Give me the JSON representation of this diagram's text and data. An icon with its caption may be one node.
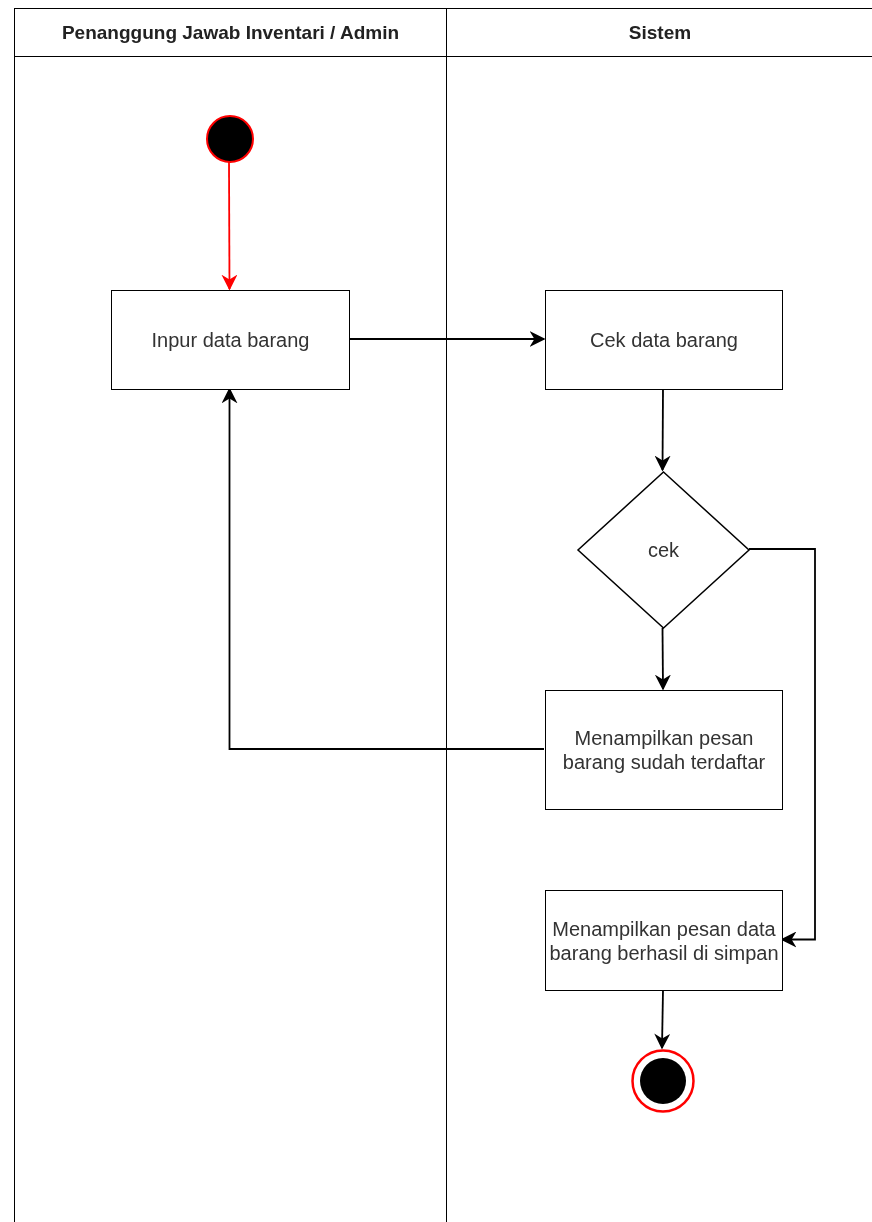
{
  "diagram": {
    "nodes": [
      {
        "text": [
          "Penanggung Jawab Inventari / Admin"
        ]
      },
      {
        "text": [
          "Sistem"
        ]
      },
      {
        "text": [],
        "shape": "circle",
        "in": 0
      },
      {
        "text": [
          "Inpur data barang"
        ],
        "in": 0
      },
      {
        "text": [
          "Cek data barang"
        ],
        "in": 1
      },
      {
        "text": [
          "cek"
        ],
        "in": 1
      },
      {
        "text": [
          "Menampilkan pesan barang sudah terdaftar"
        ],
        "in": 1
      },
      {
        "text": [
          "Menampilkan pesan data barang berhasil di simpan"
        ],
        "in": 1
      },
      {
        "text": [],
        "shape": "bullseye",
        "in": 1
      }
    ],
    "edges": [
      {
        "from": 2,
        "to": 3,
        "arrow": "to",
        "color": "#ff0000"
      },
      {
        "from": 3,
        "to": 4,
        "arrow": "to"
      },
      {
        "from": 4,
        "to": 5,
        "arrow": "to"
      },
      {
        "from": 5,
        "to": 6,
        "arrow": "to"
      },
      {
        "from": 6,
        "to": 3,
        "arrow": "to"
      },
      {
        "from": 5,
        "to": 7,
        "arrow": "to"
      },
      {
        "from": 7,
        "to": 8,
        "arrow": "to"
      }
    ]
  }
}
